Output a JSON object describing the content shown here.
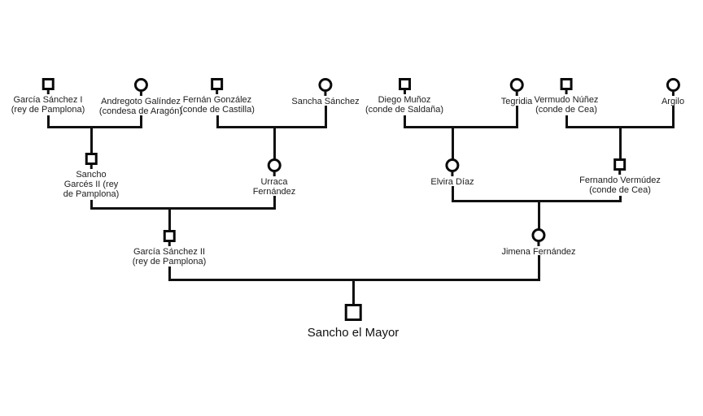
{
  "diagram": {
    "type": "family-tree",
    "subject": "Sancho el Mayor",
    "background_color": "#ffffff",
    "line_color": "#111111",
    "male_symbol": "square",
    "female_symbol": "circle",
    "persons": [
      {
        "name": "García Sánchez I",
        "title": "rey de Pamplona",
        "sex": "male",
        "generation": 1,
        "lines": [
          "García Sánchez I",
          "(rey de Pamplona)"
        ]
      },
      {
        "name": "Andregoto Galíndez",
        "title": "condesa de Aragón",
        "sex": "female",
        "generation": 1,
        "lines": [
          "Andregoto Galíndez",
          "(condesa de Aragón)"
        ]
      },
      {
        "name": "Fernán González",
        "title": "conde de Castilla",
        "sex": "male",
        "generation": 1,
        "lines": [
          "Fernán González",
          "(conde de Castilla)"
        ]
      },
      {
        "name": "Sancha Sánchez",
        "title": "",
        "sex": "female",
        "generation": 1,
        "lines": [
          "Sancha Sánchez"
        ]
      },
      {
        "name": "Diego Muñoz",
        "title": "conde de Saldaña",
        "sex": "male",
        "generation": 1,
        "lines": [
          "Diego Muñoz",
          "(conde de Saldaña)"
        ]
      },
      {
        "name": "Tegridia",
        "title": "",
        "sex": "female",
        "generation": 1,
        "lines": [
          "Tegridia"
        ]
      },
      {
        "name": "Vermudo Núñez",
        "title": "conde de Cea",
        "sex": "male",
        "generation": 1,
        "lines": [
          "Vermudo Núñez",
          "(conde de Cea)"
        ]
      },
      {
        "name": "Argilo",
        "title": "",
        "sex": "female",
        "generation": 1,
        "lines": [
          "Argilo"
        ]
      },
      {
        "name": "Sancho Garcés II",
        "title": "rey de Pamplona",
        "sex": "male",
        "generation": 2,
        "lines": [
          "Sancho",
          "Garcés II (rey",
          "de Pamplona)"
        ]
      },
      {
        "name": "Urraca Fernández",
        "title": "",
        "sex": "female",
        "generation": 2,
        "lines": [
          "Urraca",
          "Fernández"
        ]
      },
      {
        "name": "Elvira Díaz",
        "title": "",
        "sex": "female",
        "generation": 2,
        "lines": [
          "Elvira Díaz"
        ]
      },
      {
        "name": "Fernando Vermúdez",
        "title": "conde de Cea",
        "sex": "male",
        "generation": 2,
        "lines": [
          "Fernando Vermúdez",
          "(conde de Cea)"
        ]
      },
      {
        "name": "García Sánchez II",
        "title": "rey de Pamplona",
        "sex": "male",
        "generation": 3,
        "lines": [
          "García Sánchez II",
          "(rey de Pamplona)"
        ]
      },
      {
        "name": "Jimena Fernández",
        "title": "",
        "sex": "female",
        "generation": 3,
        "lines": [
          "Jimena Fernández"
        ]
      },
      {
        "name": "Sancho el Mayor",
        "title": "",
        "sex": "male",
        "generation": 4,
        "lines": [
          "Sancho el Mayor"
        ]
      }
    ],
    "unions": [
      {
        "partners": [
          "García Sánchez I",
          "Andregoto Galíndez"
        ],
        "child": "Sancho Garcés II"
      },
      {
        "partners": [
          "Fernán González",
          "Sancha Sánchez"
        ],
        "child": "Urraca Fernández"
      },
      {
        "partners": [
          "Diego Muñoz",
          "Tegridia"
        ],
        "child": "Elvira Díaz"
      },
      {
        "partners": [
          "Vermudo Núñez",
          "Argilo"
        ],
        "child": "Fernando Vermúdez"
      },
      {
        "partners": [
          "Sancho Garcés II",
          "Urraca Fernández"
        ],
        "child": "García Sánchez II"
      },
      {
        "partners": [
          "Elvira Díaz",
          "Fernando Vermúdez"
        ],
        "child": "Jimena Fernández"
      },
      {
        "partners": [
          "García Sánchez II",
          "Jimena Fernández"
        ],
        "child": "Sancho el Mayor"
      }
    ]
  }
}
